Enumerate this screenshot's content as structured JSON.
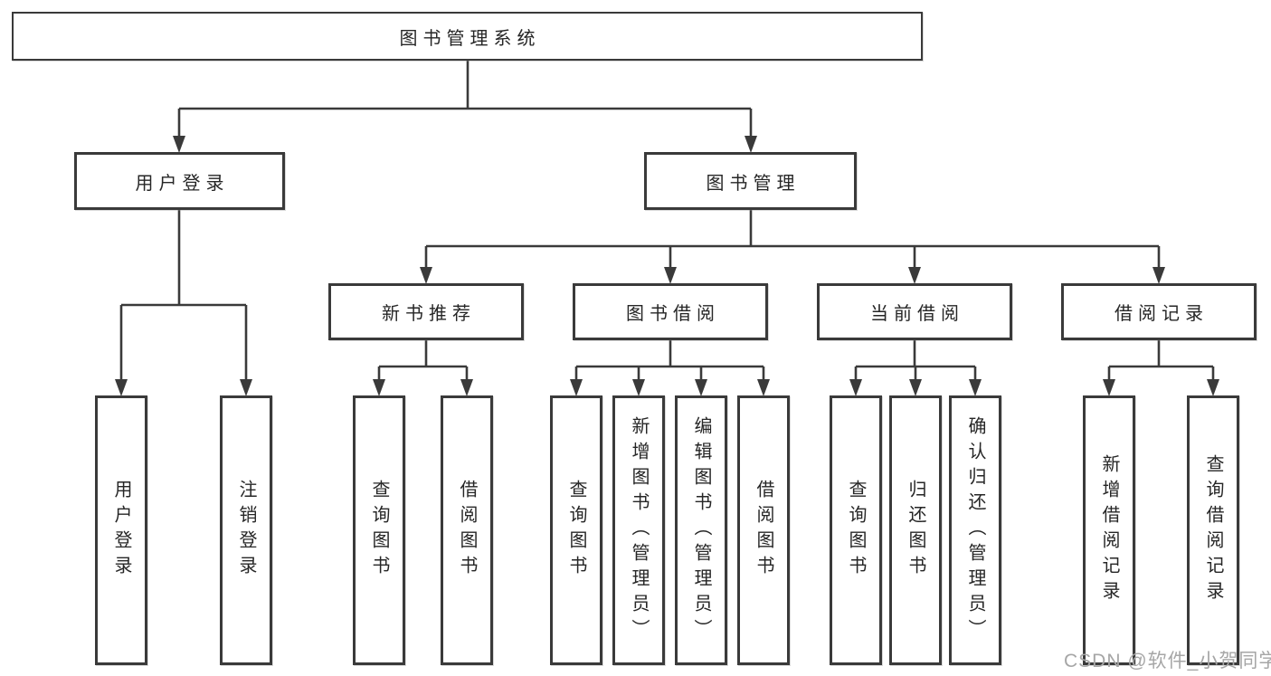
{
  "diagram": {
    "root": {
      "label": "图书管理系统"
    },
    "branches": [
      {
        "label": "用户登录",
        "children": [
          {
            "label": "用户登录"
          },
          {
            "label": "注销登录"
          }
        ]
      },
      {
        "label": "图书管理",
        "children": [
          {
            "label": "新书推荐",
            "children": [
              {
                "label": "查询图书"
              },
              {
                "label": "借阅图书"
              }
            ]
          },
          {
            "label": "图书借阅",
            "children": [
              {
                "label": "查询图书"
              },
              {
                "label": "新增图书（管理员）"
              },
              {
                "label": "编辑图书（管理员）"
              },
              {
                "label": "借阅图书"
              }
            ]
          },
          {
            "label": "当前借阅",
            "children": [
              {
                "label": "查询图书"
              },
              {
                "label": "归还图书"
              },
              {
                "label": "确认归还（管理员）"
              }
            ]
          },
          {
            "label": "借阅记录",
            "children": [
              {
                "label": "新增借阅记录"
              },
              {
                "label": "查询借阅记录"
              }
            ]
          }
        ]
      }
    ],
    "watermark": "CSDN @软件_小贺同学",
    "colors": {
      "line": "#3a3a3a",
      "text": "#262626",
      "watermark": "#a6a6a6",
      "background": "#ffffff"
    }
  }
}
